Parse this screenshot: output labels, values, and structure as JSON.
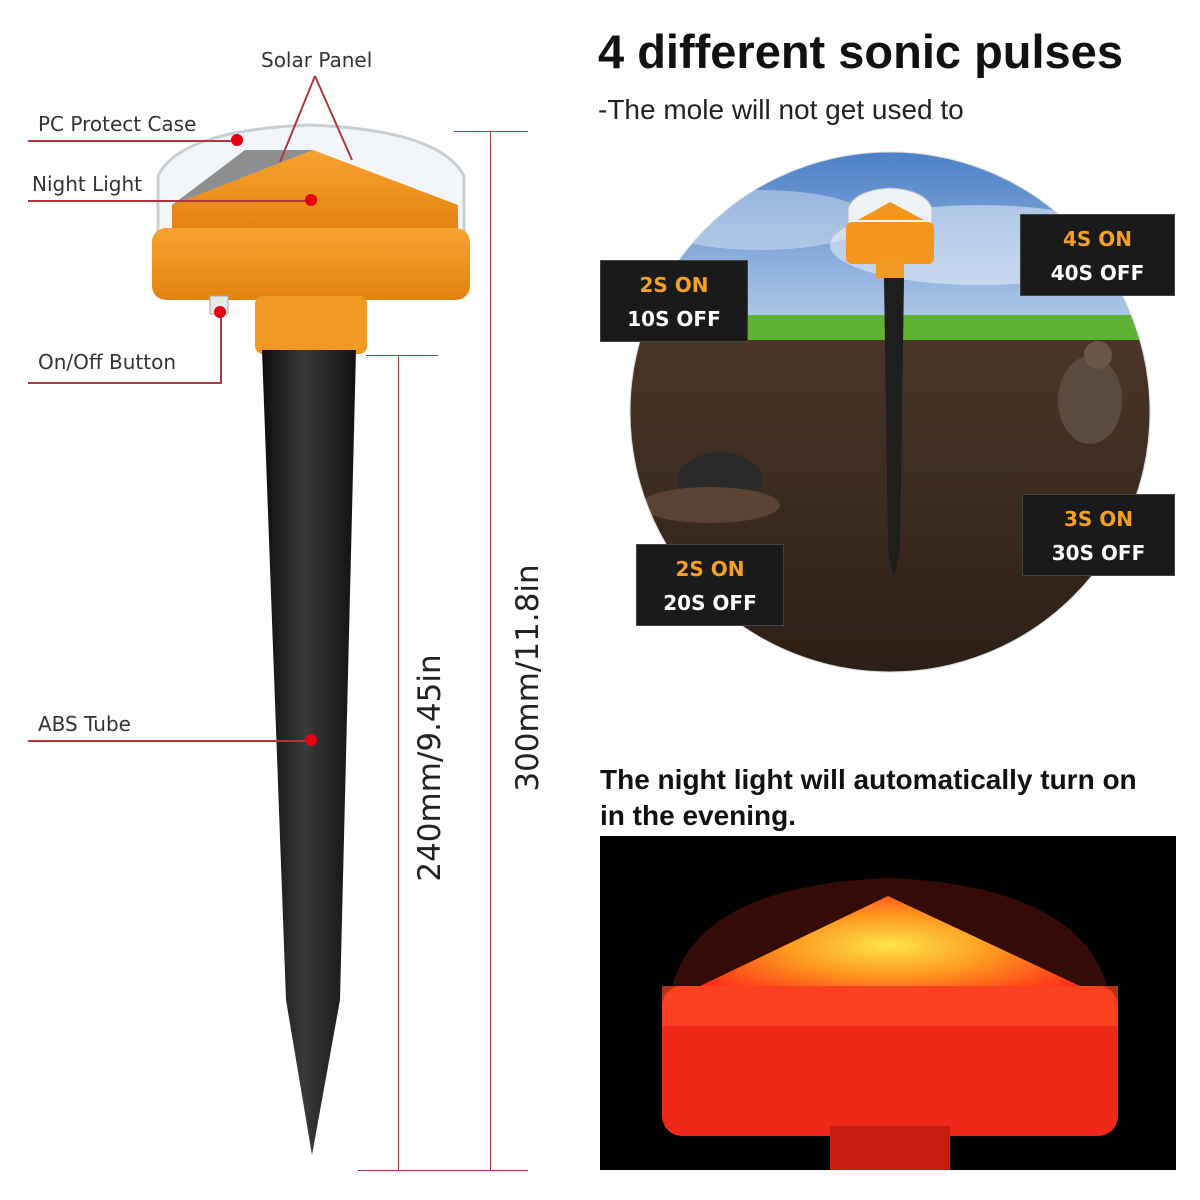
{
  "left": {
    "labels": {
      "solar_panel": "Solar Panel",
      "pc_case": "PC Protect Case",
      "night_light": "Night Light",
      "onoff": "On/Off Button",
      "abs_tube": "ABS Tube"
    },
    "dimensions": {
      "inner": "240mm/9.45in",
      "outer": "300mm/11.8in"
    }
  },
  "right": {
    "title": "4 different sonic pulses",
    "subtitle": "-The mole will not get used to",
    "pulses": [
      {
        "on": "2S ON",
        "off": "10S OFF"
      },
      {
        "on": "4S ON",
        "off": "40S OFF"
      },
      {
        "on": "3S ON",
        "off": "30S OFF"
      },
      {
        "on": "2S ON",
        "off": "20S OFF"
      }
    ],
    "caption_line1": "The night light will automatically turn on",
    "caption_line2": "in the evening."
  },
  "colors": {
    "accent_orange": "#f4951d",
    "pointer_red": "#e60012",
    "tube_black": "#1e1e1e",
    "tag_on": "#f3a024"
  }
}
